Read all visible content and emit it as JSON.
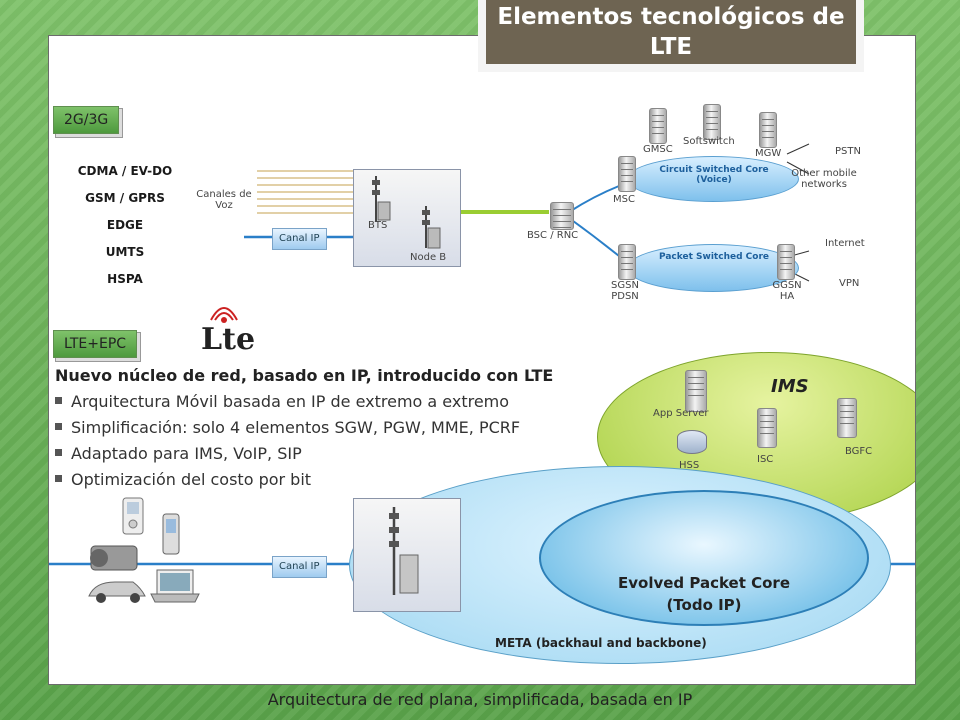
{
  "title": "Elementos tecnológicos de LTE",
  "tag_2g3g": "2G/3G",
  "tag_lte": "LTE+EPC",
  "technologies": [
    "CDMA / EV-DO",
    "GSM / GPRS",
    "EDGE",
    "UMTS",
    "HSPA"
  ],
  "legacy": {
    "canales_voz": "Canales de Voz",
    "canal_ip": "Canal IP",
    "bts": "BTS",
    "nodeb": "Node B",
    "bsc_rnc": "BSC / RNC",
    "msc": "MSC",
    "gmsc": "GMSC",
    "softswitch": "Softswitch",
    "mgw": "MGW",
    "cs_core": "Circuit Switched Core (Voice)",
    "ps_core": "Packet Switched Core",
    "sgsn": "SGSN PDSN",
    "ggsn": "GGSN HA",
    "pstn": "PSTN",
    "other_mobile": "Other mobile networks",
    "internet": "Internet",
    "vpn": "VPN"
  },
  "lte_logo": "Lte",
  "bullets": {
    "heading": "Nuevo núcleo de red, basado en IP, introducido con LTE",
    "items": [
      "Arquitectura Móvil basada en IP de extremo a extremo",
      "Simplificación: solo 4 elementos SGW, PGW, MME, PCRF",
      "Adaptado para IMS, VoIP, SIP",
      "Optimización del costo por bit"
    ]
  },
  "ims": {
    "title": "IMS",
    "app_server": "App Server",
    "hss": "HSS",
    "isc": "ISC",
    "bgfc": "BGFC"
  },
  "epc": {
    "canal_ip": "Canal IP",
    "line1": "Evolved Packet Core",
    "line2": "(Todo IP)",
    "meta": "META (backhaul and backbone)"
  },
  "footer": "Arquitectura de red plana, simplificada, basada en IP"
}
